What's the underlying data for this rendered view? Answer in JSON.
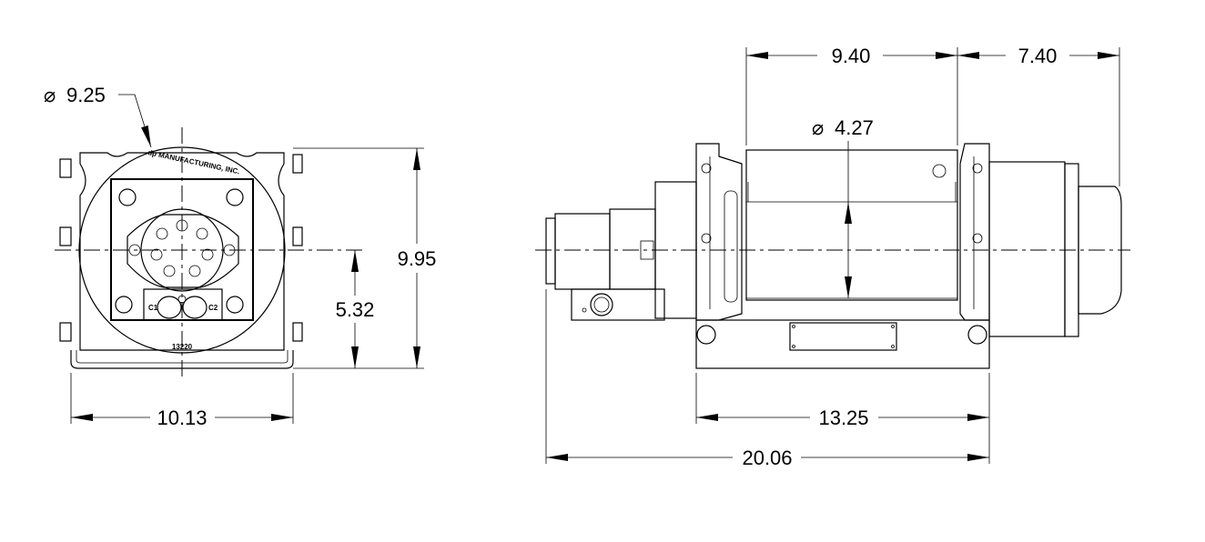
{
  "front_view": {
    "diameter_symbol": "⌀",
    "diameter": "9.25",
    "height": "9.95",
    "centerline_height": "5.32",
    "width": "10.13",
    "maker_label": "dp MANUFACTURING, INC.",
    "part_number": "13220",
    "port_labels": [
      "C1",
      "C2"
    ]
  },
  "side_view": {
    "drum_length": "9.40",
    "motor_length": "7.40",
    "diameter_symbol": "⌀",
    "drum_diameter": "4.27",
    "base_length": "13.25",
    "overall_length": "20.06"
  }
}
